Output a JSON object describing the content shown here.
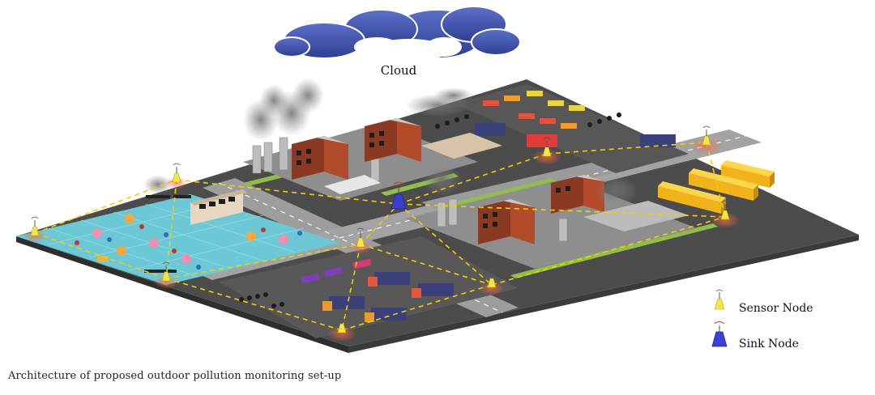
{
  "diagram": {
    "cloud_label": "Cloud",
    "legend": {
      "sensor_label": "Sensor Node",
      "sink_label": "Sink Node"
    }
  },
  "caption": "Architecture of proposed outdoor pollution monitoring set-up",
  "colors": {
    "sensor_node": "#f2e64a",
    "sink_node": "#3b3fd6",
    "link_line": "#f0d000",
    "cloud": "#3f55b0",
    "ground": "#4a4a4a",
    "road": "#9a9a9a",
    "plaza": "#69c9d6"
  }
}
